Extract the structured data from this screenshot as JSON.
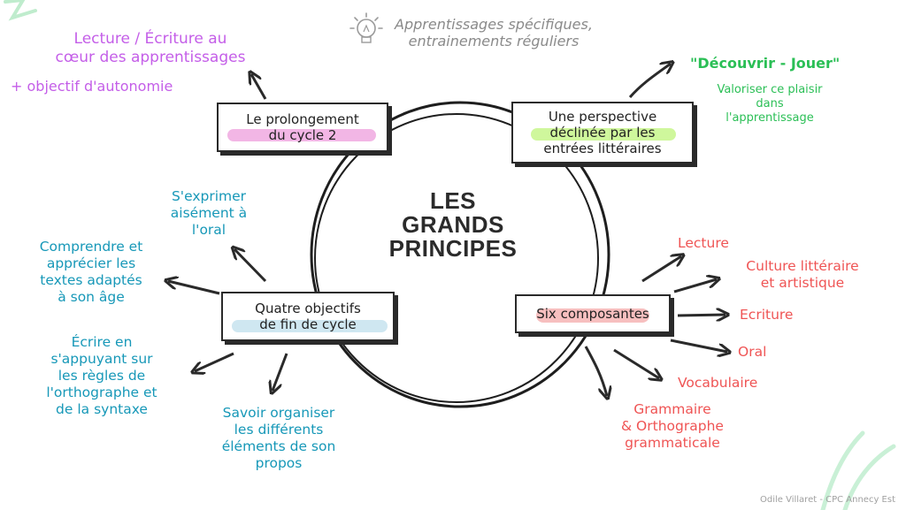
{
  "header": {
    "line1": "Apprentissages spécifiques,",
    "line2": "entrainements réguliers",
    "icon": "lightbulb-icon"
  },
  "center": {
    "line1": "LES",
    "line2": "GRANDS",
    "line3": "PRINCIPES"
  },
  "boxes": {
    "prolongement": {
      "line1": "Le prolongement",
      "line2": "du cycle 2"
    },
    "perspective": {
      "line1": "Une perspective",
      "line2": "déclinée par les",
      "line3": "entrées littéraires"
    },
    "objectifs": {
      "line1": "Quatre objectifs",
      "line2": "de fin de cycle"
    },
    "composantes": {
      "line1": "Six composantes"
    }
  },
  "purple_labels": {
    "lecture_line1": "Lecture / Écriture au",
    "lecture_line2": "cœur des apprentissages",
    "autonomie": "+ objectif d'autonomie"
  },
  "green_labels": {
    "decouvrir": "\"Découvrir - Jouer\"",
    "valoriser_line1": "Valoriser ce plaisir",
    "valoriser_line2": "dans",
    "valoriser_line3": "l'apprentissage"
  },
  "teal_labels": {
    "exprimer": [
      "S'exprimer",
      "aisément à",
      "l'oral"
    ],
    "comprendre": [
      "Comprendre et",
      "apprécier les",
      "textes adaptés",
      "à son âge"
    ],
    "ecrire": [
      "Écrire en",
      "s'appuyant sur",
      "les règles de",
      "l'orthographe et",
      "de la syntaxe"
    ],
    "organiser": [
      "Savoir organiser",
      "les différents",
      "éléments de son",
      "propos"
    ]
  },
  "red_labels": {
    "lecture": "Lecture",
    "culture_line1": "Culture littéraire",
    "culture_line2": "et artistique",
    "ecriture": "Ecriture",
    "oral": "Oral",
    "vocabulaire": "Vocabulaire",
    "grammaire_line1": "Grammaire",
    "grammaire_line2": "& Orthographe",
    "grammaire_line3": "grammaticale"
  },
  "footer": "Odile Villaret - CPC Annecy Est",
  "colors": {
    "purple": "#c45ee8",
    "green": "#2bbf56",
    "teal": "#1798b8",
    "red": "#ef5454",
    "lime_highlight": "#a8f04a",
    "pink_highlight": "#e87ad0",
    "blue_highlight": "#a7d3e6",
    "salmon_highlight": "#f08a8a"
  }
}
